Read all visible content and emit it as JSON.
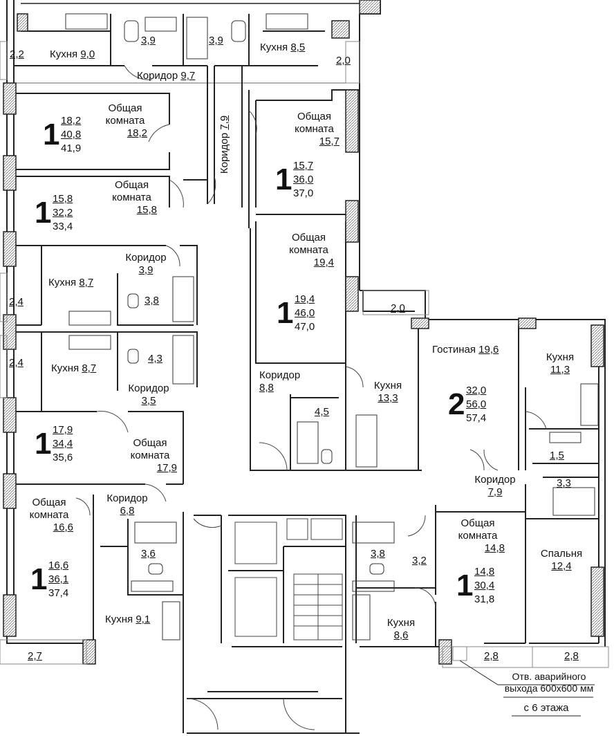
{
  "rooms": {
    "kitchen_tl": {
      "name": "Кухня",
      "area": "9,0"
    },
    "bath_tl": {
      "area": "3,9"
    },
    "bath_tr": {
      "area": "3,9"
    },
    "kitchen_tr": {
      "name": "Кухня",
      "area": "8,5"
    },
    "balcony_tl": {
      "area": "2,2"
    },
    "balcony_tr": {
      "area": "2,0"
    },
    "corridor_top": {
      "name": "Коридор",
      "area": "9,7"
    },
    "living_a1": {
      "name1": "Общая",
      "name2": "комната",
      "area": "18,2"
    },
    "corridor_vert": {
      "name": "Коридор",
      "area": "7,9"
    },
    "living_r1": {
      "name1": "Общая",
      "name2": "комната",
      "area": "15,7"
    },
    "living_a2": {
      "name1": "Общая",
      "name2": "комната",
      "area": "15,8"
    },
    "living_r2": {
      "name1": "Общая",
      "name2": "комната",
      "area": "19,4"
    },
    "corridor_l3": {
      "name": "Коридор",
      "area": "3,9"
    },
    "kitchen_l3": {
      "name": "Кухня",
      "area": "8,7"
    },
    "bath_l3": {
      "area": "3,8"
    },
    "balcony_l3": {
      "area": "2,4"
    },
    "balcony_r2": {
      "area": "2,0"
    },
    "kitchen_l4": {
      "name": "Кухня",
      "area": "8,7"
    },
    "bath_l4": {
      "area": "4,3"
    },
    "balcony_l4": {
      "area": "2,4"
    },
    "corridor_l4": {
      "name": "Коридор",
      "area": "3,5"
    },
    "corridor_r2": {
      "name": "Коридор",
      "area": "8,8"
    },
    "bath_r2": {
      "area": "4,5"
    },
    "kitchen_r2": {
      "name": "Кухня",
      "area": "13,3"
    },
    "living_2k": {
      "name": "Гостиная",
      "area": "19,6"
    },
    "kitchen_2k": {
      "name": "Кухня",
      "area": "11,3"
    },
    "wc_2k": {
      "area": "1,5"
    },
    "bath_2k": {
      "area": "3,3"
    },
    "corridor_2k": {
      "name": "Коридор",
      "area": "7,9"
    },
    "bedroom_2k": {
      "name": "Спальня",
      "area": "12,4"
    },
    "living_l5": {
      "name1": "Общая",
      "name2": "комната",
      "area": "17,9"
    },
    "living_l6": {
      "name1": "Общая",
      "name2": "комната",
      "area": "16,6"
    },
    "corridor_l6": {
      "name": "Коридор",
      "area": "6,8"
    },
    "bath_l6": {
      "area": "3,6"
    },
    "kitchen_l6": {
      "name": "Кухня",
      "area": "9,1"
    },
    "balcony_l6": {
      "area": "2,7"
    },
    "bath_r3": {
      "area": "3,8"
    },
    "corridor_r3": {
      "area": "3,2"
    },
    "kitchen_r3": {
      "name": "Кухня",
      "area": "8,6"
    },
    "living_r3": {
      "name1": "Общая",
      "name2": "комната",
      "area": "14,8"
    },
    "balcony_r3": {
      "area": "2,8"
    },
    "balcony_2k": {
      "area": "2,8"
    }
  },
  "apartments": {
    "a1": {
      "rooms": "1",
      "living": "18,2",
      "total": "40,8",
      "gross": "41,9"
    },
    "a2": {
      "rooms": "1",
      "living": "15,8",
      "total": "32,2",
      "gross": "33,4"
    },
    "r1": {
      "rooms": "1",
      "living": "15,7",
      "total": "36,0",
      "gross": "37,0"
    },
    "r2": {
      "rooms": "1",
      "living": "19,4",
      "total": "46,0",
      "gross": "47,0"
    },
    "k2": {
      "rooms": "2",
      "living": "32,0",
      "total": "56,0",
      "gross": "57,4"
    },
    "a5": {
      "rooms": "1",
      "living": "17,9",
      "total": "34,4",
      "gross": "35,6"
    },
    "a6": {
      "rooms": "1",
      "living": "16,6",
      "total": "36,1",
      "gross": "37,4"
    },
    "r3": {
      "rooms": "1",
      "living": "14,8",
      "total": "30,4",
      "gross": "31,8"
    }
  },
  "notes": {
    "exit_line1": "Отв. аварийного",
    "exit_line2": "выхода 600х600 мм",
    "exit_line3": "с 6 этажа"
  }
}
